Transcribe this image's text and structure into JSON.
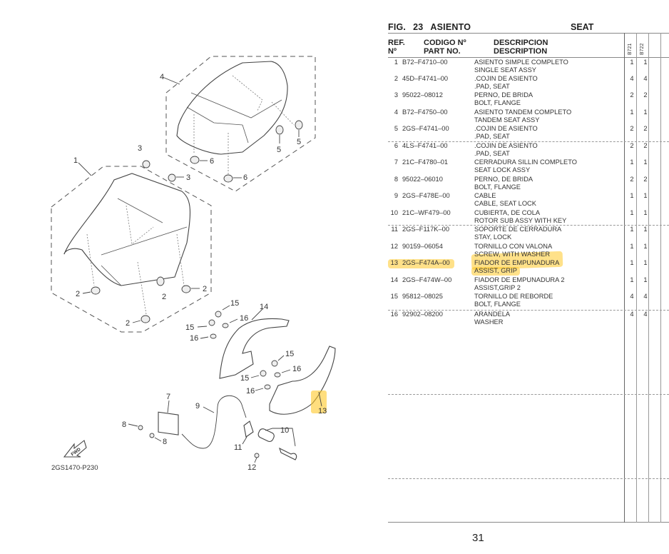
{
  "figure": {
    "label": "FIG.",
    "number": "23",
    "title_es": "ASIENTO",
    "title_en": "SEAT"
  },
  "table": {
    "headers": {
      "ref_line1": "REF.",
      "ref_line2": "Nº",
      "code_line1": "CODIGO Nº",
      "code_line2": "PART NO.",
      "desc_line1": "DESCRIPCION",
      "desc_line2": "DESCRIPTION",
      "model1": "B721",
      "model2": "B722"
    },
    "rows": [
      {
        "ref": "1",
        "code": "B72–F4710–00",
        "desc_es": "ASIENTO SIMPLE COMPLETO",
        "desc_en": "SINGLE SEAT ASSY",
        "q1": "1",
        "q2": "1"
      },
      {
        "ref": "2",
        "code": "45D–F4741–00",
        "desc_es": ".COJIN  DE ASIENTO",
        "desc_en": ".PAD, SEAT",
        "q1": "4",
        "q2": "4"
      },
      {
        "ref": "3",
        "code": "95022–08012",
        "desc_es": "PERNO, DE BRIDA",
        "desc_en": "BOLT, FLANGE",
        "q1": "2",
        "q2": "2"
      },
      {
        "ref": "4",
        "code": "B72–F4750–00",
        "desc_es": "ASIENTO TANDEM COMPLETO",
        "desc_en": "TANDEM SEAT ASSY",
        "q1": "1",
        "q2": "1"
      },
      {
        "ref": "5",
        "code": "2GS–F4741–00",
        "desc_es": ".COJIN  DE ASIENTO",
        "desc_en": ".PAD, SEAT",
        "q1": "2",
        "q2": "2"
      },
      {
        "ref": "6",
        "code": "4LS–F4741–00",
        "desc_es": ".COJIN  DE ASIENTO",
        "desc_en": ".PAD, SEAT",
        "q1": "2",
        "q2": "2"
      },
      {
        "ref": "7",
        "code": "21C–F4780–01",
        "desc_es": "CERRADURA SILLIN COMPLETO",
        "desc_en": "SEAT LOCK ASSY",
        "q1": "1",
        "q2": "1"
      },
      {
        "ref": "8",
        "code": "95022–06010",
        "desc_es": "PERNO, DE BRIDA",
        "desc_en": "BOLT, FLANGE",
        "q1": "2",
        "q2": "2"
      },
      {
        "ref": "9",
        "code": "2GS–F478E–00",
        "desc_es": "CABLE",
        "desc_en": "CABLE, SEAT LOCK",
        "q1": "1",
        "q2": "1"
      },
      {
        "ref": "10",
        "code": "21C–WF479–00",
        "desc_es": "CUBIERTA, DE COLA",
        "desc_en": "ROTOR SUB ASSY WITH KEY",
        "q1": "1",
        "q2": "1"
      },
      {
        "ref": "11",
        "code": "2GS–F117K–00",
        "desc_es": "SOPORTE DE CERRADURA",
        "desc_en": "STAY, LOCK",
        "q1": "1",
        "q2": "1"
      },
      {
        "ref": "12",
        "code": "90159–06054",
        "desc_es": "TORNILLO  CON VALONA",
        "desc_en": "SCREW, WITH WASHER",
        "q1": "1",
        "q2": "1"
      },
      {
        "ref": "13",
        "code": "2GS–F474A–00",
        "desc_es": "FIADOR  DE EMPUNADURA",
        "desc_en": "ASSIST, GRIP",
        "q1": "1",
        "q2": "1",
        "highlighted": true
      },
      {
        "ref": "14",
        "code": "2GS–F474W–00",
        "desc_es": "FIADOR  DE EMPUNADURA 2",
        "desc_en": "ASSIST,GRIP 2",
        "q1": "1",
        "q2": "1"
      },
      {
        "ref": "15",
        "code": "95812–08025",
        "desc_es": "TORNILLO DE REBORDE",
        "desc_en": "BOLT, FLANGE",
        "q1": "4",
        "q2": "4"
      },
      {
        "ref": "16",
        "code": "92902–08200",
        "desc_es": "ARANDELA",
        "desc_en": "WASHER",
        "q1": "4",
        "q2": "4"
      }
    ]
  },
  "diagram": {
    "drawing_code": "2GS1470-P230",
    "fwd_label": "FWD",
    "callouts": [
      "1",
      "2",
      "2",
      "2",
      "2",
      "3",
      "3",
      "4",
      "5",
      "5",
      "6",
      "6",
      "7",
      "8",
      "8",
      "9",
      "10",
      "11",
      "12",
      "13",
      "14",
      "15",
      "15",
      "15",
      "15",
      "16",
      "16",
      "16",
      "16"
    ]
  },
  "highlight_color": "#ffc828",
  "page_number": "31"
}
